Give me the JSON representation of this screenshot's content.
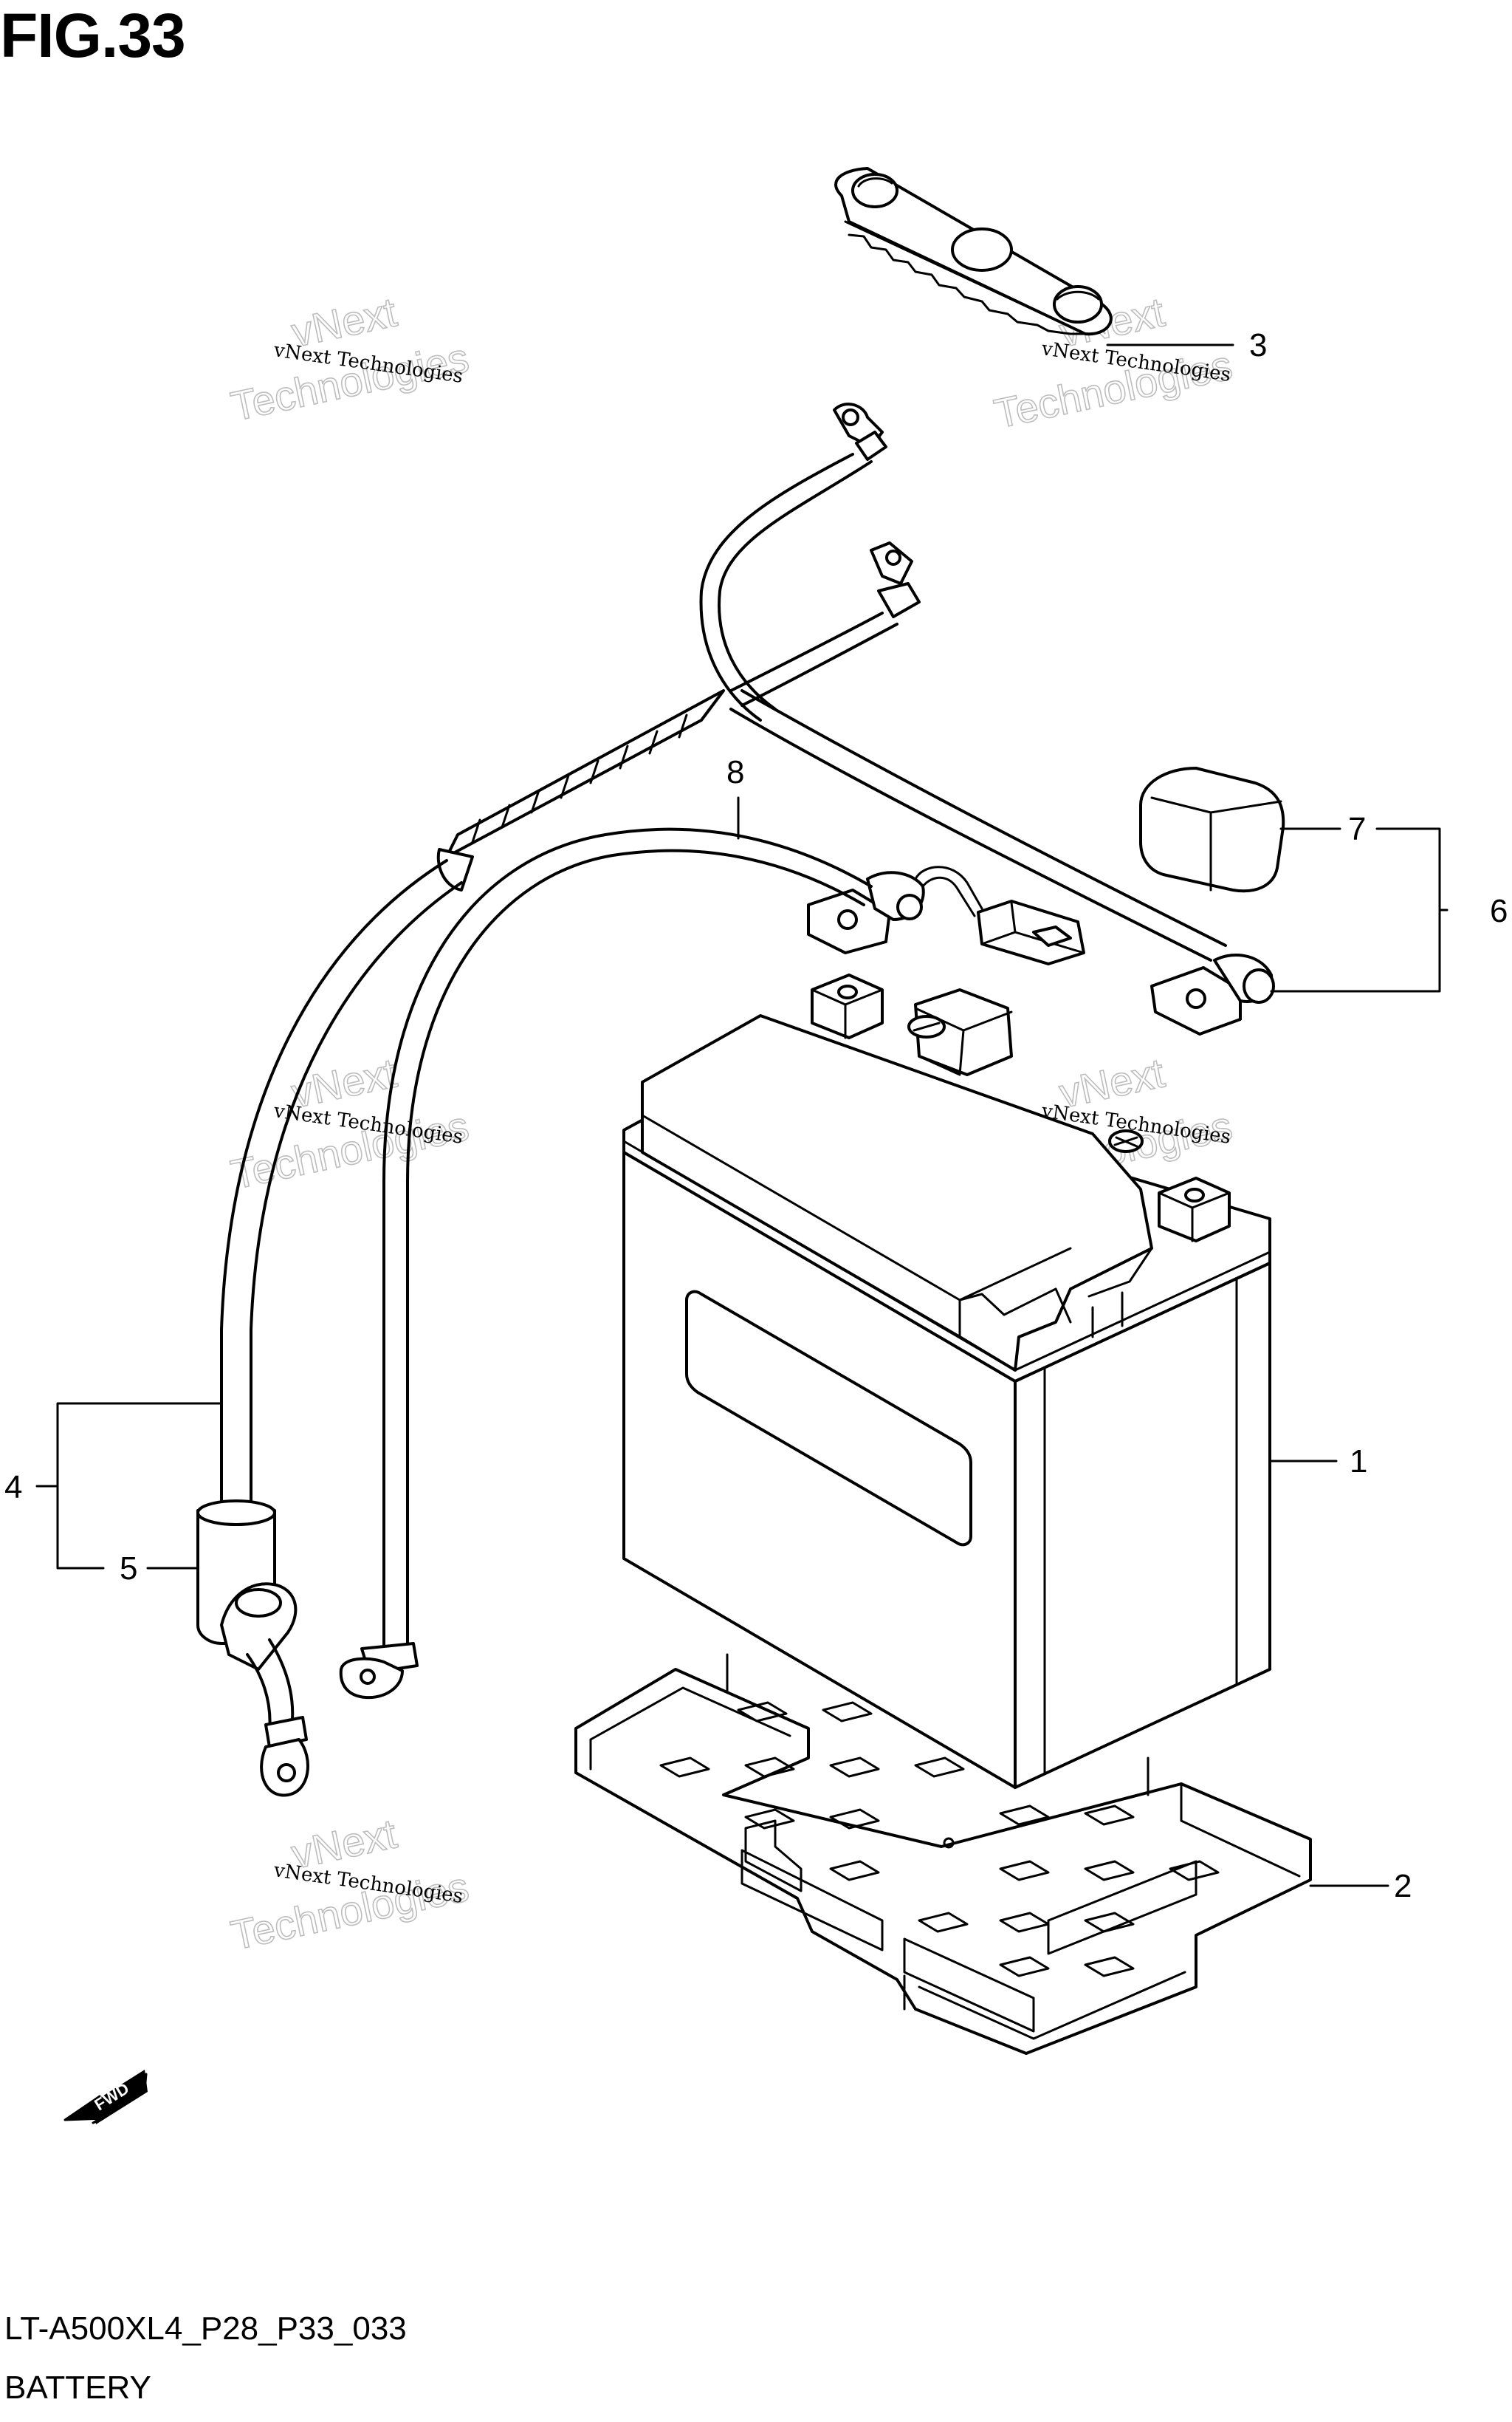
{
  "figure": {
    "title": "FIG.33",
    "code": "LT-A500XL4_P28_P33_033",
    "name": "BATTERY"
  },
  "callouts": [
    "1",
    "2",
    "3",
    "4",
    "5",
    "6",
    "7",
    "8"
  ],
  "watermark": {
    "line1": "vNext Technologies",
    "line2": "vNext",
    "line3": "Technologies"
  },
  "fwd_label": "FWD"
}
